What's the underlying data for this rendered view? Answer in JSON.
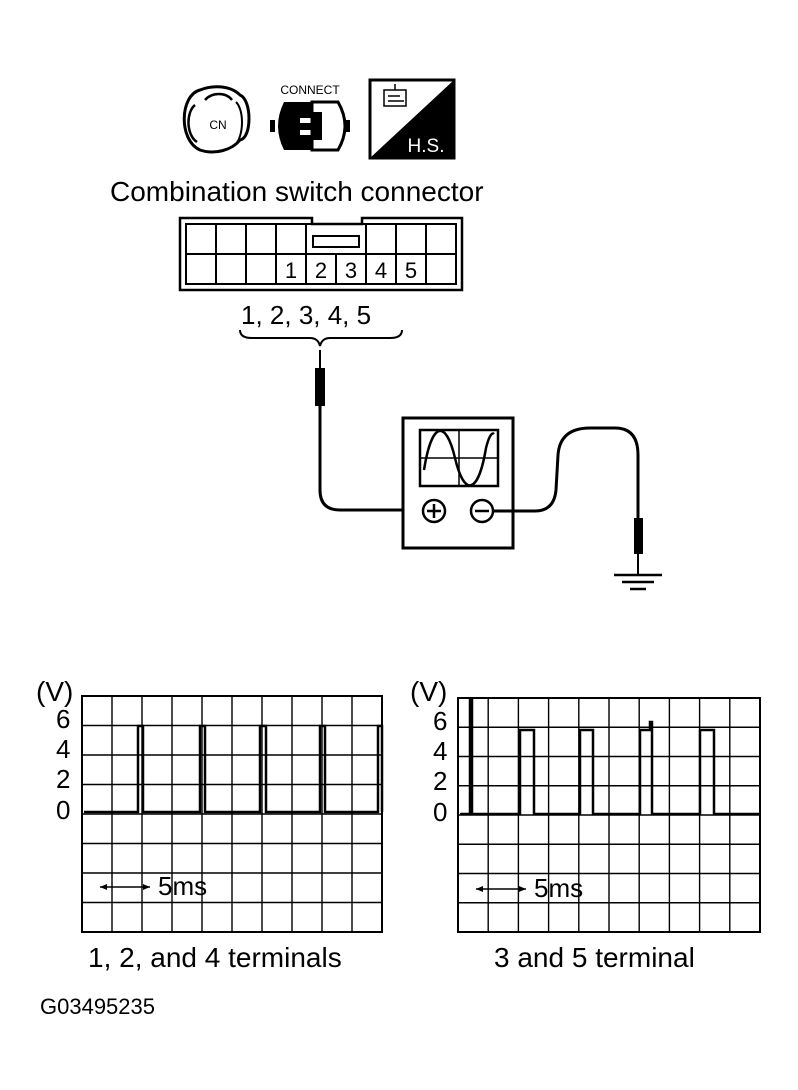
{
  "icons": {
    "ignition_text": "CN",
    "connect_text": "CONNECT",
    "harness_side_text": "H.S."
  },
  "connector": {
    "title": "Combination switch connector",
    "pin_labels": [
      "1",
      "2",
      "3",
      "4",
      "5"
    ],
    "probe_label": "1, 2, 3, 4, 5"
  },
  "scopes": [
    {
      "unit": "(V)",
      "y_ticks": [
        "6",
        "4",
        "2",
        "0"
      ],
      "timebase": "5ms",
      "caption": "1, 2, and 4 terminals"
    },
    {
      "unit": "(V)",
      "y_ticks": [
        "6",
        "4",
        "2",
        "0"
      ],
      "timebase": "5ms",
      "caption": "3 and 5 terminal"
    }
  ],
  "figure_id": "G03495235"
}
